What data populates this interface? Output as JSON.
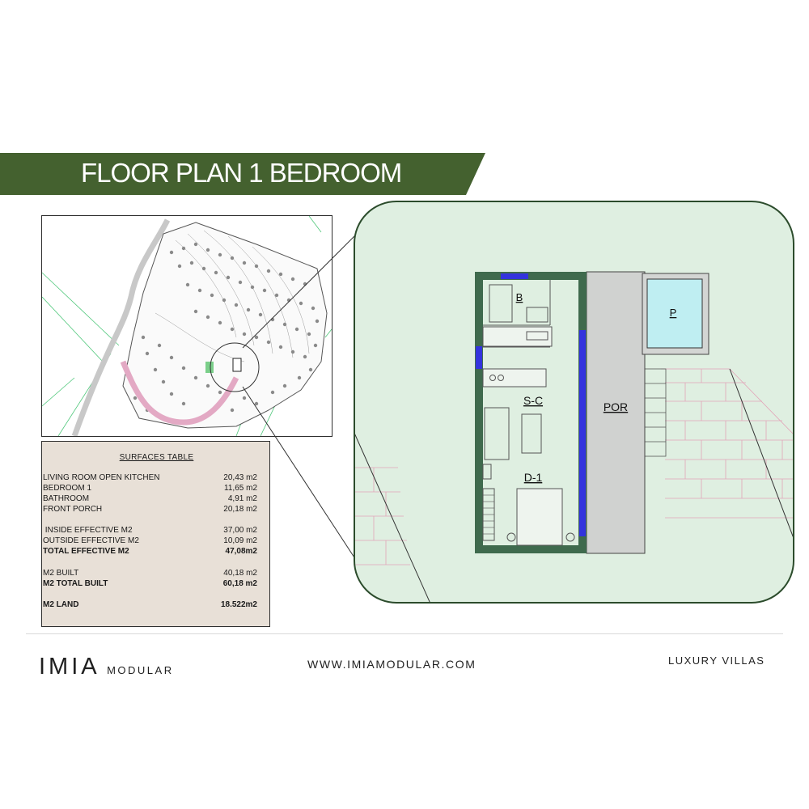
{
  "header": {
    "title": "FLOOR PLAN 1 BEDROOM"
  },
  "surfaces_table": {
    "title": "SURFACES TABLE",
    "rows": [
      {
        "label": "LIVING ROOM OPEN KITCHEN",
        "value": "20,43 m2",
        "bold": false
      },
      {
        "label": "BEDROOM 1",
        "value": "11,65  m2",
        "bold": false
      },
      {
        "label": "BATHROOM",
        "value": "4,91  m2",
        "bold": false
      },
      {
        "label": "FRONT PORCH",
        "value": "20,18  m2",
        "bold": false
      },
      {
        "label": " INSIDE EFFECTIVE M2",
        "value": "37,00 m2",
        "bold": false
      },
      {
        "label": "OUTSIDE EFFECTIVE M2",
        "value": "10,09 m2",
        "bold": false
      },
      {
        "label": "TOTAL EFFECTIVE M2",
        "value": "47,08m2",
        "bold": true
      },
      {
        "label": "M2 BUILT",
        "value": "40,18  m2",
        "bold": false
      },
      {
        "label": "M2 TOTAL BUILT",
        "value": "60,18 m2",
        "bold": true
      },
      {
        "label": "M2 LAND",
        "value": "18.522m2",
        "bold": true
      }
    ]
  },
  "plan": {
    "rooms": {
      "bathroom": "B",
      "living": "S-C",
      "bedroom": "D-1",
      "porch": "POR",
      "pool": "P"
    }
  },
  "footer": {
    "logo_main": "IMIA",
    "logo_sub": "MODULAR",
    "website": "WWW.IMIAMODULAR.COM",
    "tagline": "LUXURY VILLAS"
  },
  "colors": {
    "brand_green": "#44612f",
    "plan_green": "#dfefe1",
    "wall_green": "#3f6a4d",
    "window_blue": "#3333dd",
    "table_beige": "#e8e0d7"
  }
}
